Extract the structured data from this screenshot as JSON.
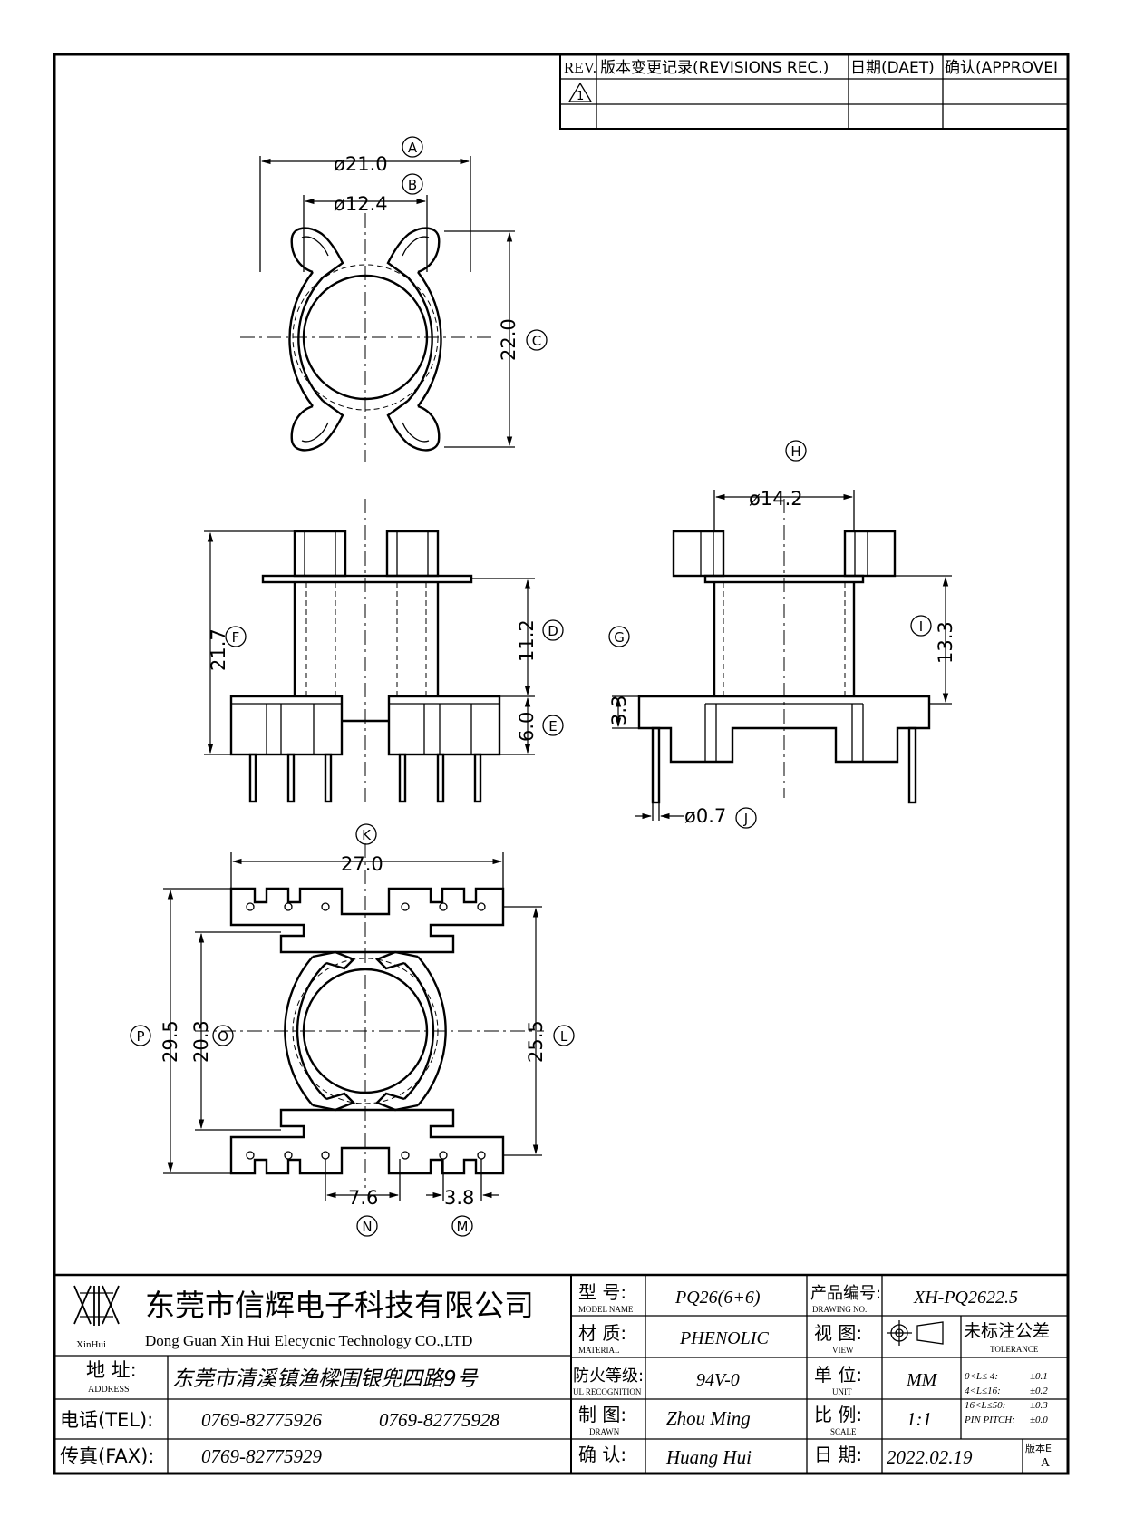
{
  "revisions": {
    "headers": [
      "REV.",
      "版本变更记录(REVISIONS REC.)",
      "日期(DAET)",
      "确认(APPROVEI"
    ],
    "rows": [
      [
        "1",
        "",
        "",
        ""
      ]
    ]
  },
  "dimensions": {
    "A": {
      "letter": "A",
      "value": "ø21.0"
    },
    "B": {
      "letter": "B",
      "value": "ø12.4"
    },
    "C": {
      "letter": "C",
      "value": "22.0"
    },
    "D": {
      "letter": "D",
      "value": "11.2"
    },
    "E": {
      "letter": "E",
      "value": "6.0"
    },
    "F": {
      "letter": "F",
      "value": "21.7"
    },
    "G": {
      "letter": "G",
      "value": "3.3"
    },
    "H": {
      "letter": "H",
      "value": "ø14.2"
    },
    "I": {
      "letter": "I",
      "value": "13.3"
    },
    "J": {
      "letter": "J",
      "value": "ø0.7"
    },
    "K": {
      "letter": "K",
      "value": "27.0"
    },
    "L": {
      "letter": "L",
      "value": "25.5"
    },
    "M": {
      "letter": "M",
      "value": "3.8"
    },
    "N": {
      "letter": "N",
      "value": "7.6"
    },
    "O": {
      "letter": "O",
      "value": "20.3"
    },
    "P": {
      "letter": "P",
      "value": "29.5"
    }
  },
  "title_block": {
    "logo_text": "XinHui",
    "company_cn": "东莞市信辉电子科技有限公司",
    "company_en": "Dong Guan Xin Hui Elecycnic Technology CO.,LTD",
    "address_label_cn": "地 址:",
    "address_label_en": "ADDRESS",
    "address": "东莞市清溪镇渔樑围银兜四路9号",
    "tel_label": "电话(TEL):",
    "tel_1": "0769-82775926",
    "tel_2": "0769-82775928",
    "fax_label": "传真(FAX):",
    "fax": "0769-82775929",
    "model_label_cn": "型 号:",
    "model_label_en": "MODEL NAME",
    "model": "PQ26(6+6)",
    "material_label_cn": "材 质:",
    "material_label_en": "MATERIAL",
    "material": "PHENOLIC",
    "flame_label_cn": "防火等级:",
    "flame_label_en": "UL RECOGNITION",
    "flame": "94V-0",
    "drawn_label_cn": "制 图:",
    "drawn_label_en": "DRAWN",
    "drawn": "Zhou Ming",
    "checked_label_cn": "确 认:",
    "checked": "Huang Hui",
    "drawing_no_label_cn": "产品编号:",
    "drawing_no_label_en": "DRAWING NO.",
    "drawing_no": "XH-PQ2622.5",
    "view_label_cn": "视 图:",
    "view_label_en": "VIEW",
    "unit_label_cn": "单 位:",
    "unit_label_en": "UNIT",
    "unit": "MM",
    "scale_label_cn": "比 例:",
    "scale_label_en": "SCALE",
    "scale": "1:1",
    "date_label_cn": "日 期:",
    "date": "2022.02.19",
    "version_label": "版本E",
    "version": "A",
    "tolerance_title_cn": "未标注公差",
    "tolerance_title_en": "TOLERANCE",
    "tolerance": [
      {
        "range": "0<L≤ 4:",
        "value": "±0.1"
      },
      {
        "range": "4<L≤16:",
        "value": "±0.2"
      },
      {
        "range": "16<L≤50:",
        "value": "±0.3"
      },
      {
        "range": "PIN PITCH:",
        "value": "±0.0"
      }
    ]
  }
}
